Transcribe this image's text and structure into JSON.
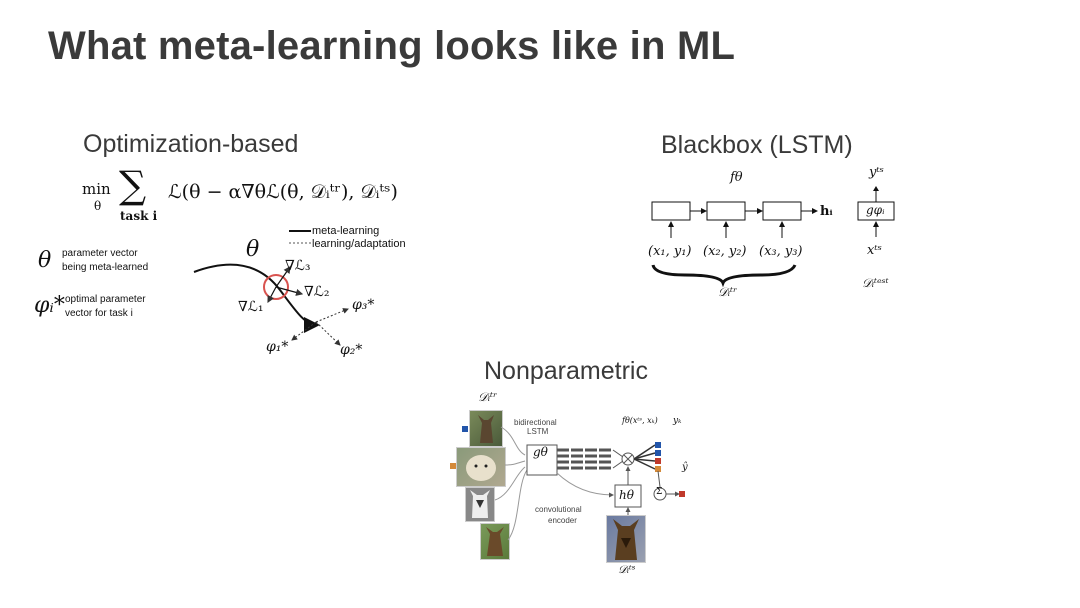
{
  "slide": {
    "title": "What meta-learning looks like in ML"
  },
  "optimization": {
    "heading": "Optimization-based",
    "objective_min": "min",
    "objective_min_sub": "θ",
    "objective_sum_sub": "task i",
    "objective_body": "ℒ(θ − α∇θℒ(θ, 𝒟ᵢᵗʳ), 𝒟ᵢᵗˢ)",
    "legend": {
      "meta_learning": "meta-learning",
      "adaptation": "learning/adaptation"
    },
    "symbols": {
      "theta": "θ",
      "theta_desc_1": "parameter vector",
      "theta_desc_2": "being meta-learned",
      "phi": "φᵢ*",
      "phi_desc_1": "optimal parameter",
      "phi_desc_2": "vector for task i"
    },
    "diagram": {
      "theta": "θ",
      "grad1": "∇ℒ₁",
      "grad2": "∇ℒ₂",
      "grad3": "∇ℒ₃",
      "phi1": "φ₁*",
      "phi2": "φ₂*",
      "phi3": "φ₃*"
    }
  },
  "blackbox": {
    "heading": "Blackbox (LSTM)",
    "f_theta": "fθ",
    "inputs": [
      "(x₁, y₁)",
      "(x₂, y₂)",
      "(x₃, y₃)"
    ],
    "output": "hᵢ",
    "train_set": "𝒟ᵢᵗʳ",
    "g_phi": "gφᵢ",
    "y_ts": "yᵗˢ",
    "x_ts": "xᵗˢ",
    "test_set": "𝒟ᵢᵗᵉˢᵗ"
  },
  "nonparametric": {
    "heading": "Nonparametric",
    "train_set": "𝒟ᵢᵗʳ",
    "lstm_label_1": "bidirectional",
    "lstm_label_2": "LSTM",
    "g_theta": "gθ",
    "h_theta": "hθ",
    "encoder_label_1": "convolutional",
    "encoder_label_2": "encoder",
    "f_label": "fθ(xᵗˢ, xₖ)",
    "yk": "yₖ",
    "y_hat": "ŷ",
    "test_set": "𝒟ᵢᵗˢ",
    "sigma": "Σ"
  },
  "colors": {
    "title": "#3a3a3a",
    "circle_red": "#d9534f",
    "marker_blue": "#2255aa",
    "marker_red": "#c0392b",
    "marker_orange": "#d48a3a"
  }
}
